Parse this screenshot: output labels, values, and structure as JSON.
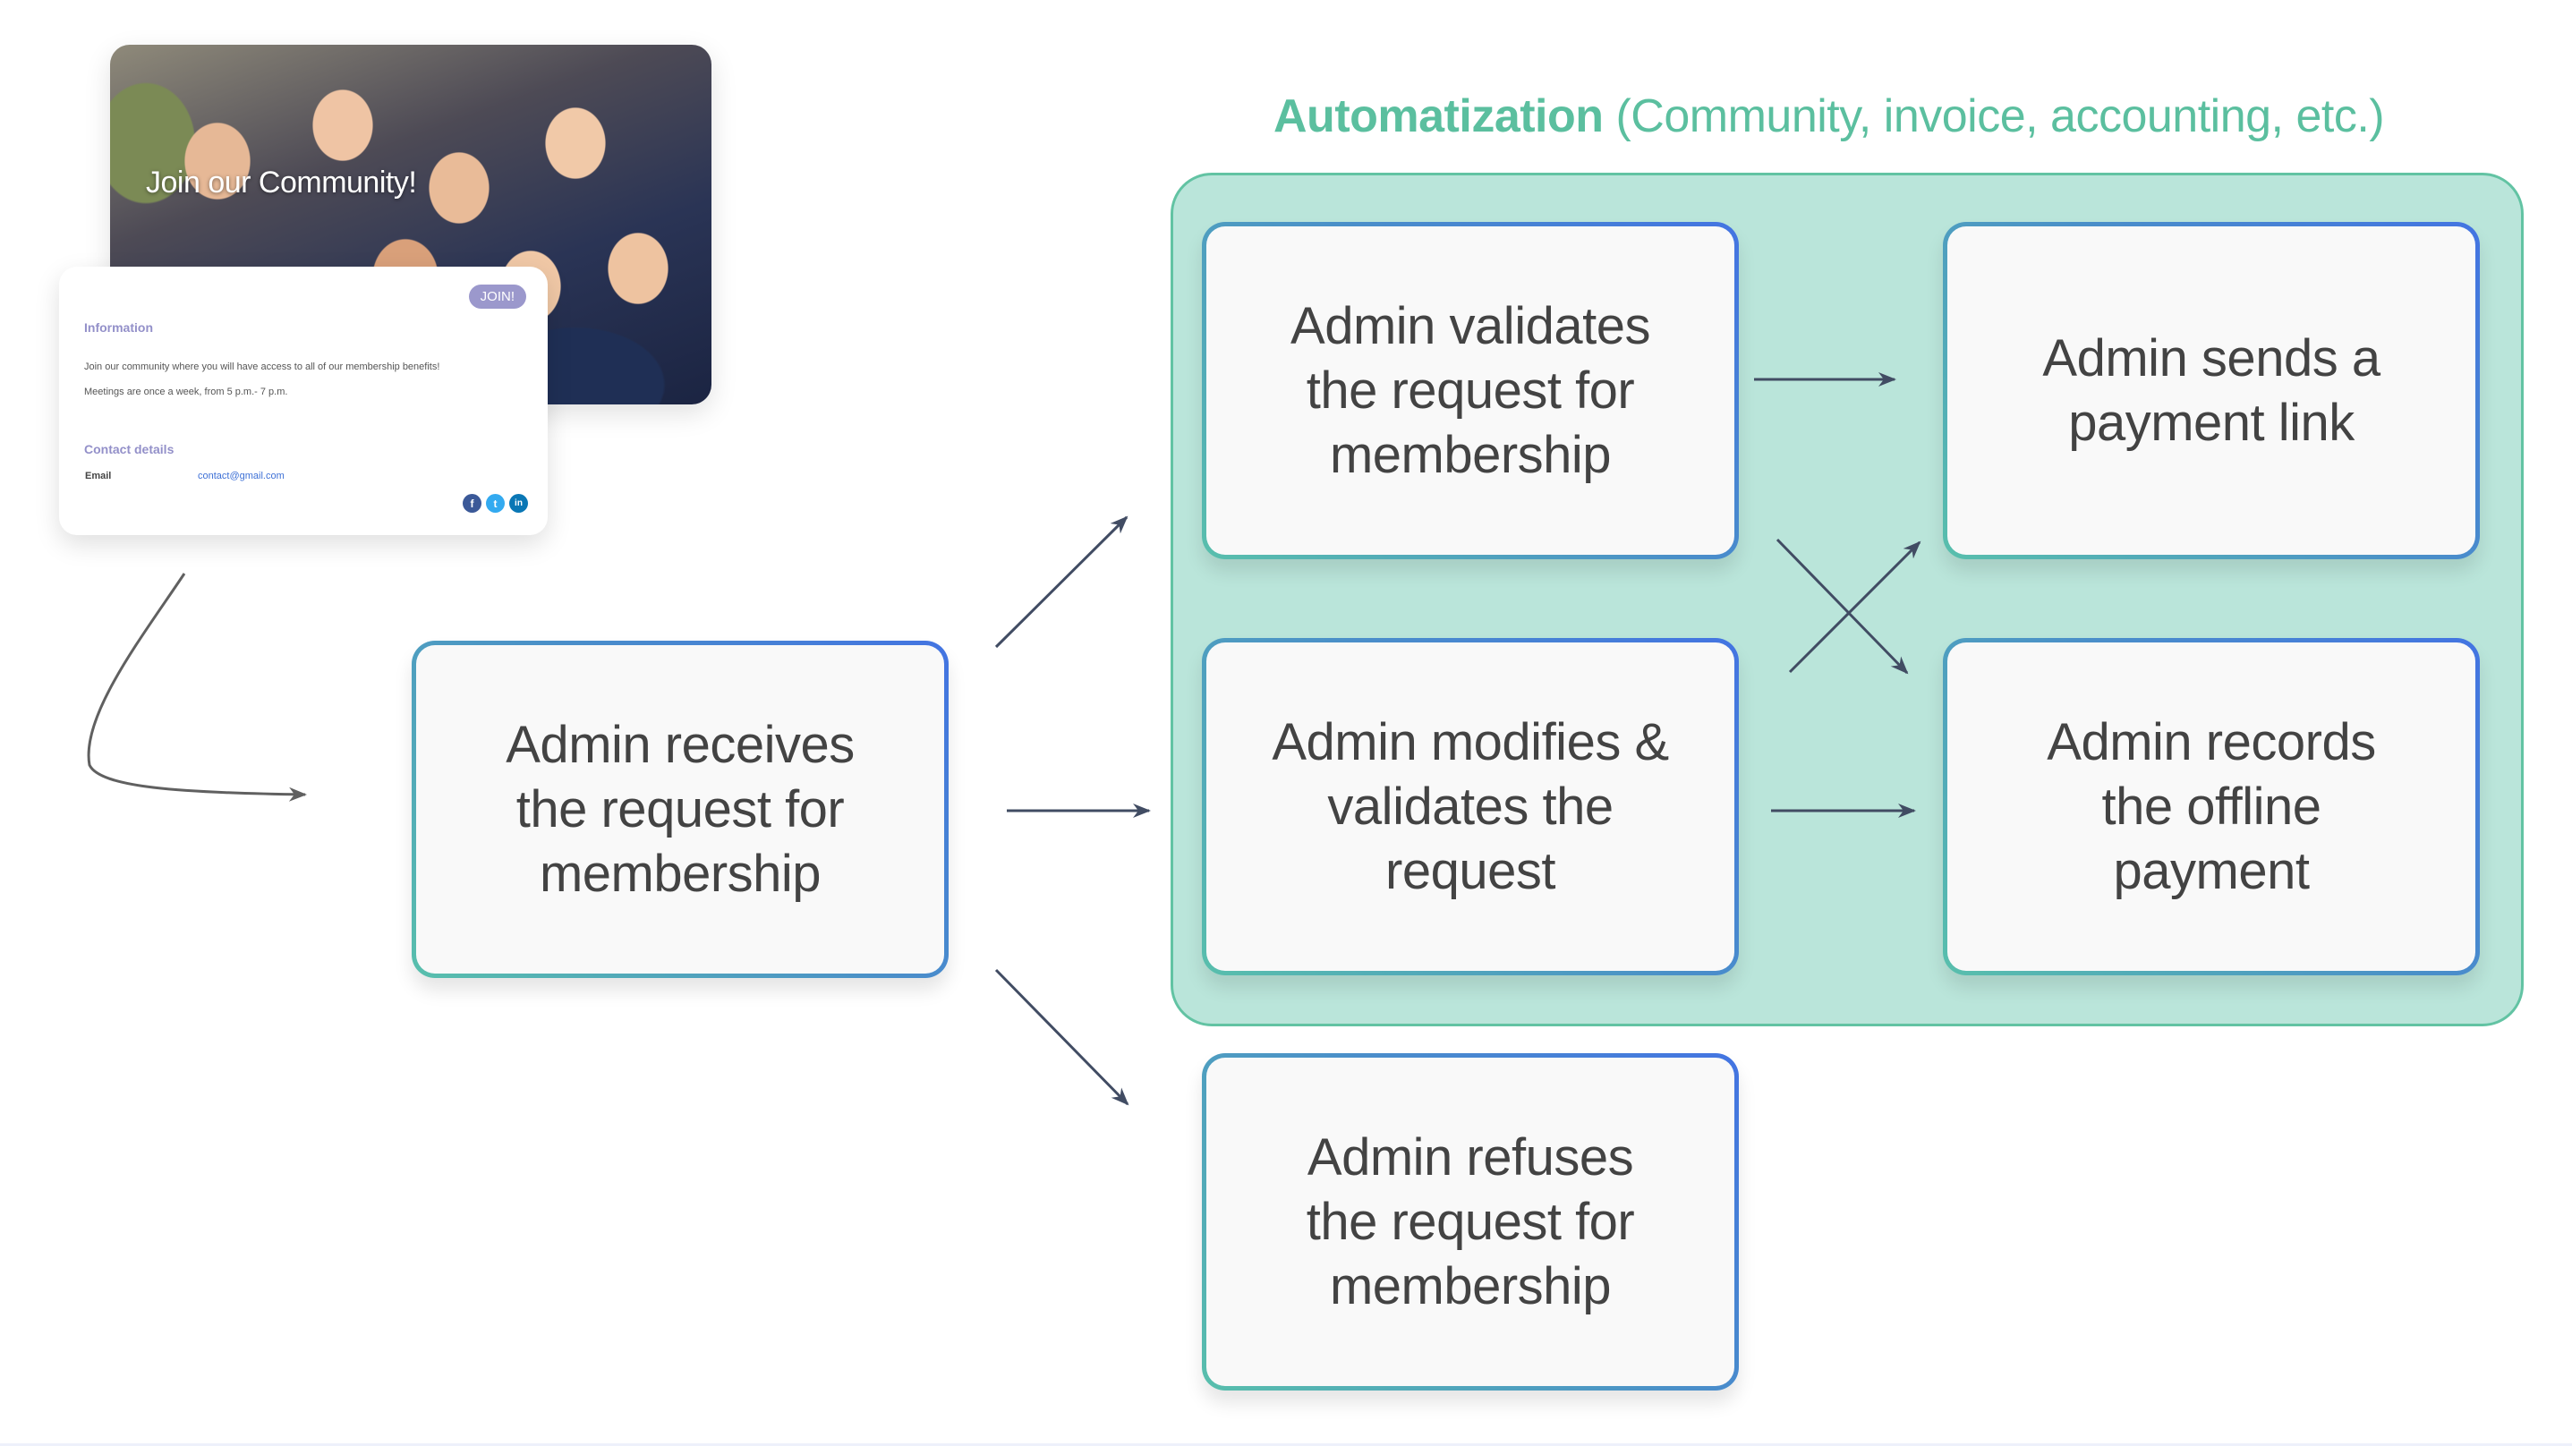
{
  "community_card": {
    "photo_title": "Join our Community!",
    "join_button": "JOIN!",
    "information_heading": "Information",
    "info_line_1": "Join our community where you will have access to all of our membership benefits!",
    "info_line_2": "Meetings are once a week, from 5 p.m.- 7 p.m.",
    "contact_heading": "Contact details",
    "email_label": "Email",
    "email_value": "contact@gmail.com",
    "social_icons": [
      {
        "name": "facebook-icon",
        "glyph": "f",
        "color": "#3b5998"
      },
      {
        "name": "twitter-icon",
        "glyph": "t",
        "color": "#33aaf0"
      },
      {
        "name": "linkedin-icon",
        "glyph": "in",
        "color": "#0a77b5"
      }
    ]
  },
  "automation": {
    "title_bold": "Automatization",
    "title_rest": " (Community, invoice, accounting, etc.)",
    "accent_color": "#5bbf9f",
    "container_color": "#bae5da"
  },
  "steps": {
    "receive": "Admin receives the request for membership",
    "validate": "Admin validates the request for membership",
    "modify_validate": "Admin modifies & validates the request",
    "refuse": "Admin refuses the request for membership",
    "send_payment_link": "Admin sends a payment link",
    "record_offline_payment": "Admin records the offline payment"
  },
  "connections": [
    {
      "from": "join-form",
      "to": "receive"
    },
    {
      "from": "receive",
      "to": "validate"
    },
    {
      "from": "receive",
      "to": "modify_validate"
    },
    {
      "from": "receive",
      "to": "refuse"
    },
    {
      "from": "validate",
      "to": "send_payment_link"
    },
    {
      "from": "validate",
      "to": "record_offline_payment"
    },
    {
      "from": "modify_validate",
      "to": "send_payment_link"
    },
    {
      "from": "modify_validate",
      "to": "record_offline_payment"
    }
  ]
}
